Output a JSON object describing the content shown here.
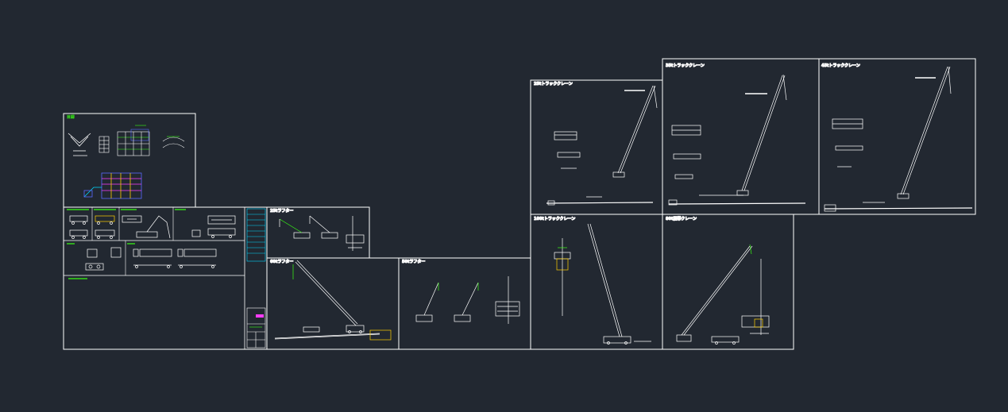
{
  "app": {
    "title": "CAD model space - crane drawings"
  },
  "colors": {
    "background": "#222831",
    "lines": "#ffffff",
    "text_green": "#39ff14",
    "accent_magenta": "#ff3cff",
    "accent_blue": "#5a6bff",
    "accent_cyan": "#00d7ff",
    "accent_yellow": "#ffd000"
  },
  "sheets": {
    "index": {
      "title": "目録"
    },
    "vehicles": {
      "title": ""
    },
    "rough_25": {
      "title": "25tラフター"
    },
    "rough_50": {
      "title": "50tラフター"
    },
    "rough_60": {
      "title": "60tラフター"
    },
    "truck_25": {
      "title": "25tトラッククレーン"
    },
    "truck_35": {
      "title": "35tトラッククレーン"
    },
    "truck_45": {
      "title": "45tトラッククレーン"
    },
    "truck_100": {
      "title": "100tトラッククレーン"
    },
    "crawler_80": {
      "title": "80t履帯クレーン"
    }
  }
}
